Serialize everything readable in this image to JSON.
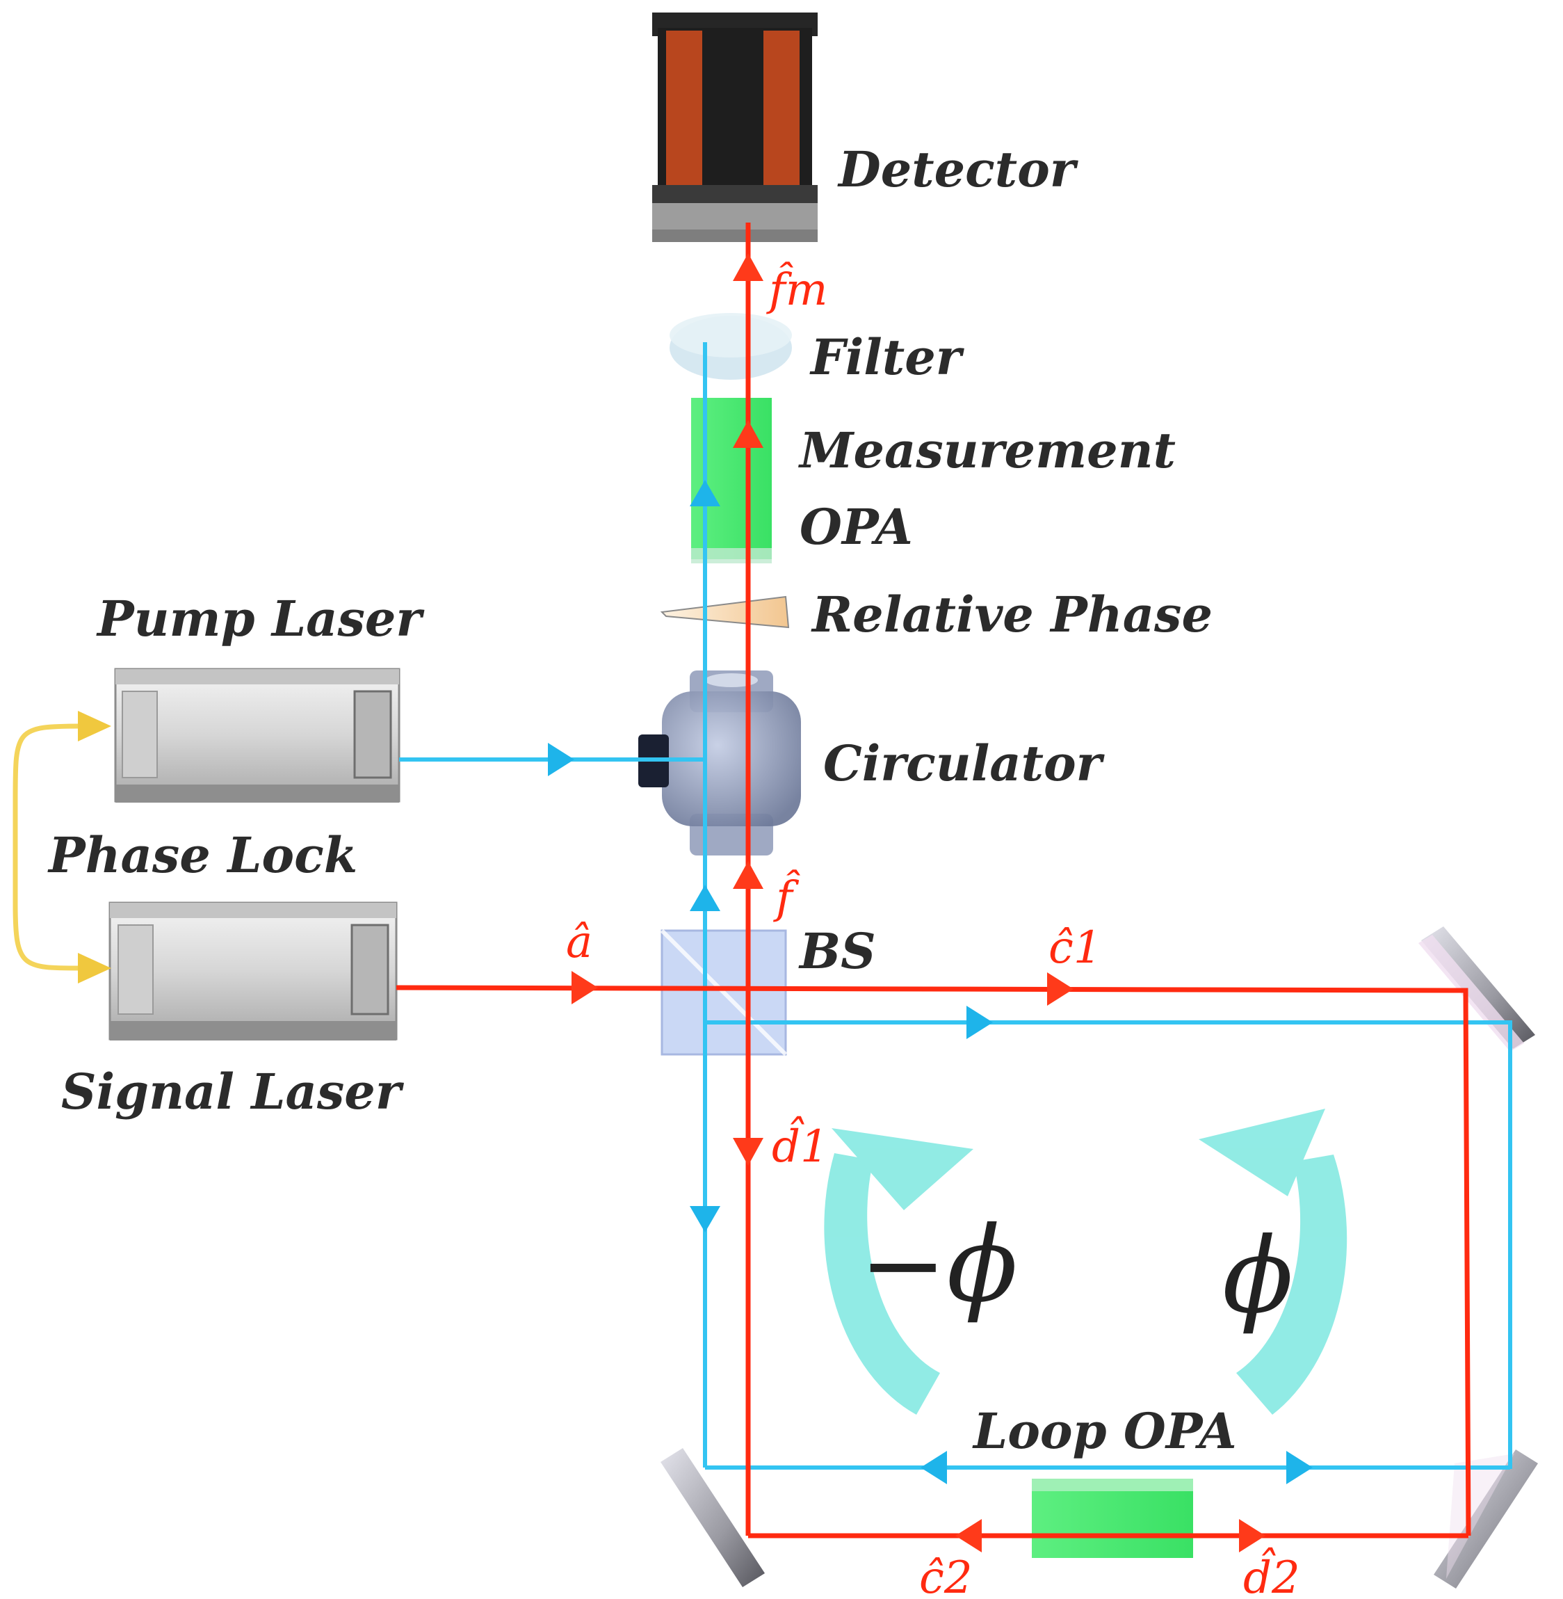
{
  "labels": {
    "detector": "Detector",
    "filter": "Filter",
    "measurement_line1": "Measurement",
    "measurement_line2": "OPA",
    "relative_phase": "Relative Phase",
    "pump_laser": "Pump Laser",
    "circulator": "Circulator",
    "phase_lock": "Phase Lock",
    "signal_laser": "Signal Laser",
    "bs": "BS",
    "loop_opa": "Loop OPA"
  },
  "modes": {
    "f_m": "f̂m",
    "f": "f̂",
    "a": "â",
    "c1": "ĉ1",
    "d1": "d̂1",
    "c2": "ĉ2",
    "d2": "d̂2"
  },
  "phases": {
    "minus_phi": "−ϕ",
    "phi": "ϕ"
  },
  "colors": {
    "signal_beam": "#ff2a10",
    "pump_beam": "#33c4f2",
    "opa_crystal": "#37e866",
    "phase_lock_arrow": "#f4d45a",
    "rotation_arrow": "#7ee8e0",
    "mode_label": "#ff2a10"
  }
}
